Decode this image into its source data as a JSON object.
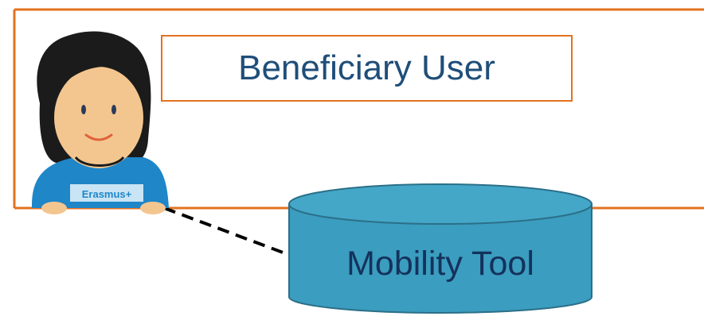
{
  "boundary": {
    "title": "Beneficiary User",
    "color": "#e3721f"
  },
  "database": {
    "label": "Mobility Tool",
    "fill": "#3b9dbf",
    "stroke": "#2b6f88"
  },
  "actor": {
    "shirt_text": "Erasmus+",
    "shirt_color": "#1f86c8",
    "icon": "user-avatar-icon"
  },
  "connector": {
    "style": "dashed"
  }
}
